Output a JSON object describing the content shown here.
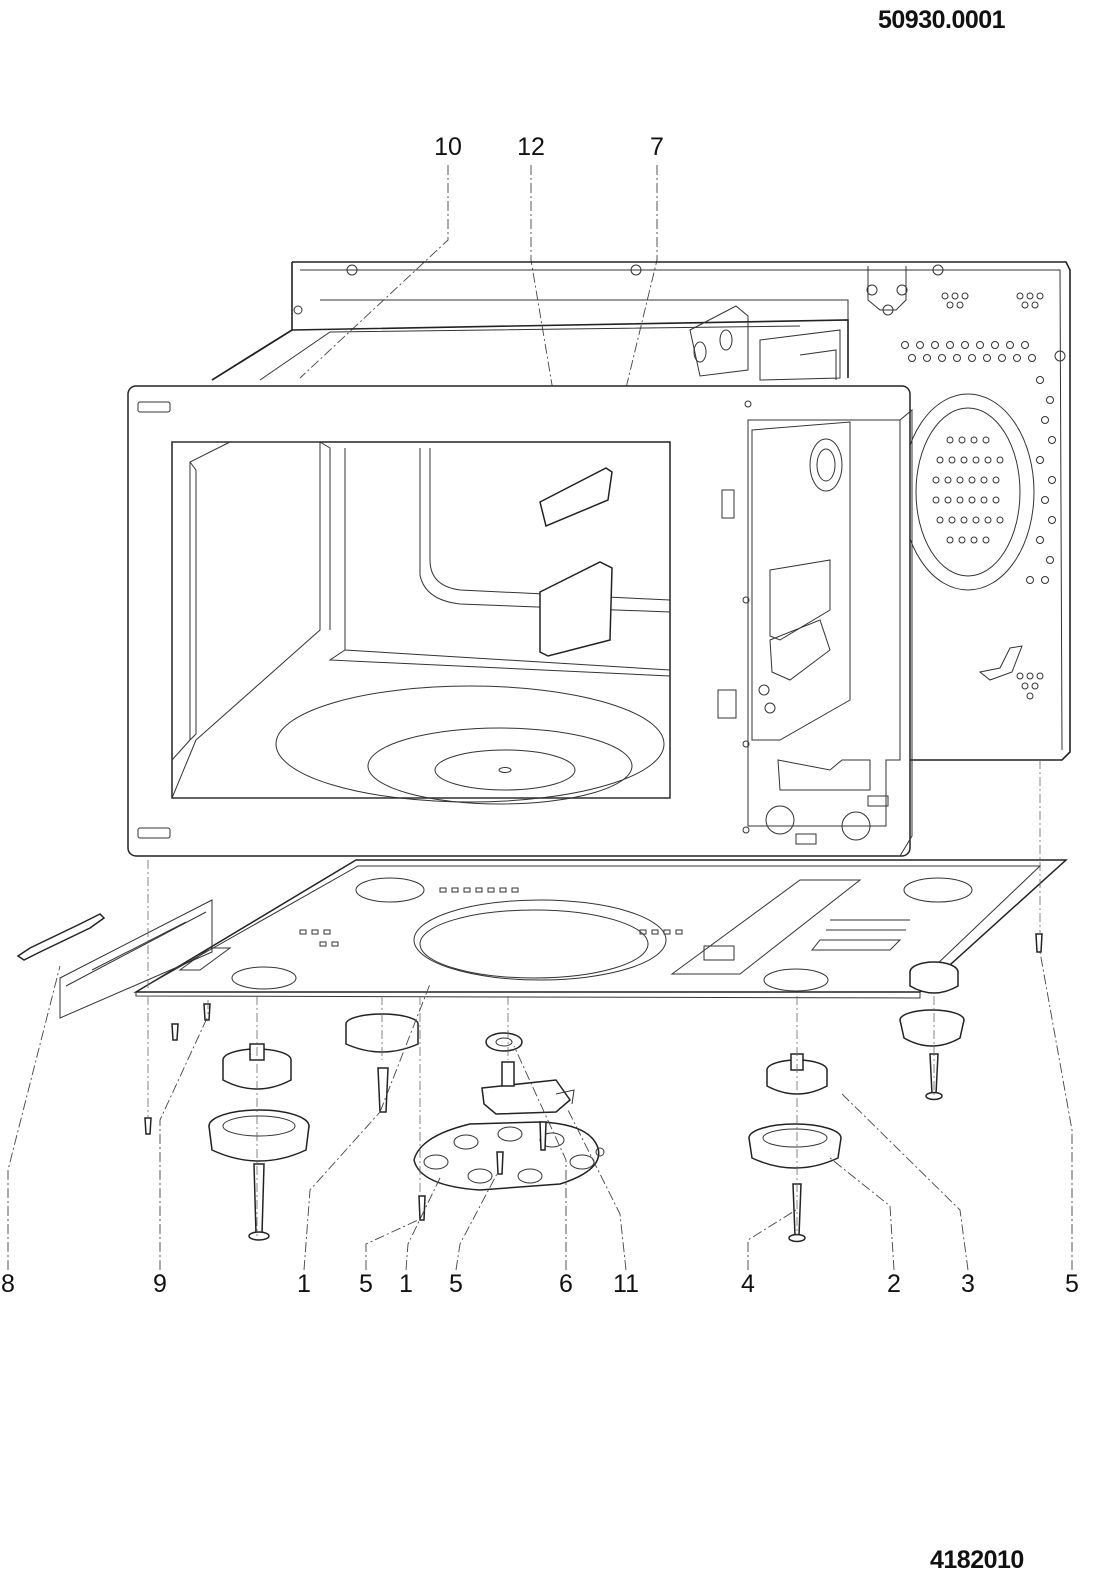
{
  "header": {
    "drawing_code": "50930.0001"
  },
  "footer": {
    "sheet_code": "4182010"
  },
  "callouts": {
    "top": [
      "10",
      "12",
      "7"
    ],
    "bottom": [
      "8",
      "9",
      "1",
      "5",
      "1",
      "5",
      "6",
      "11",
      "4",
      "2",
      "3",
      "5"
    ]
  }
}
